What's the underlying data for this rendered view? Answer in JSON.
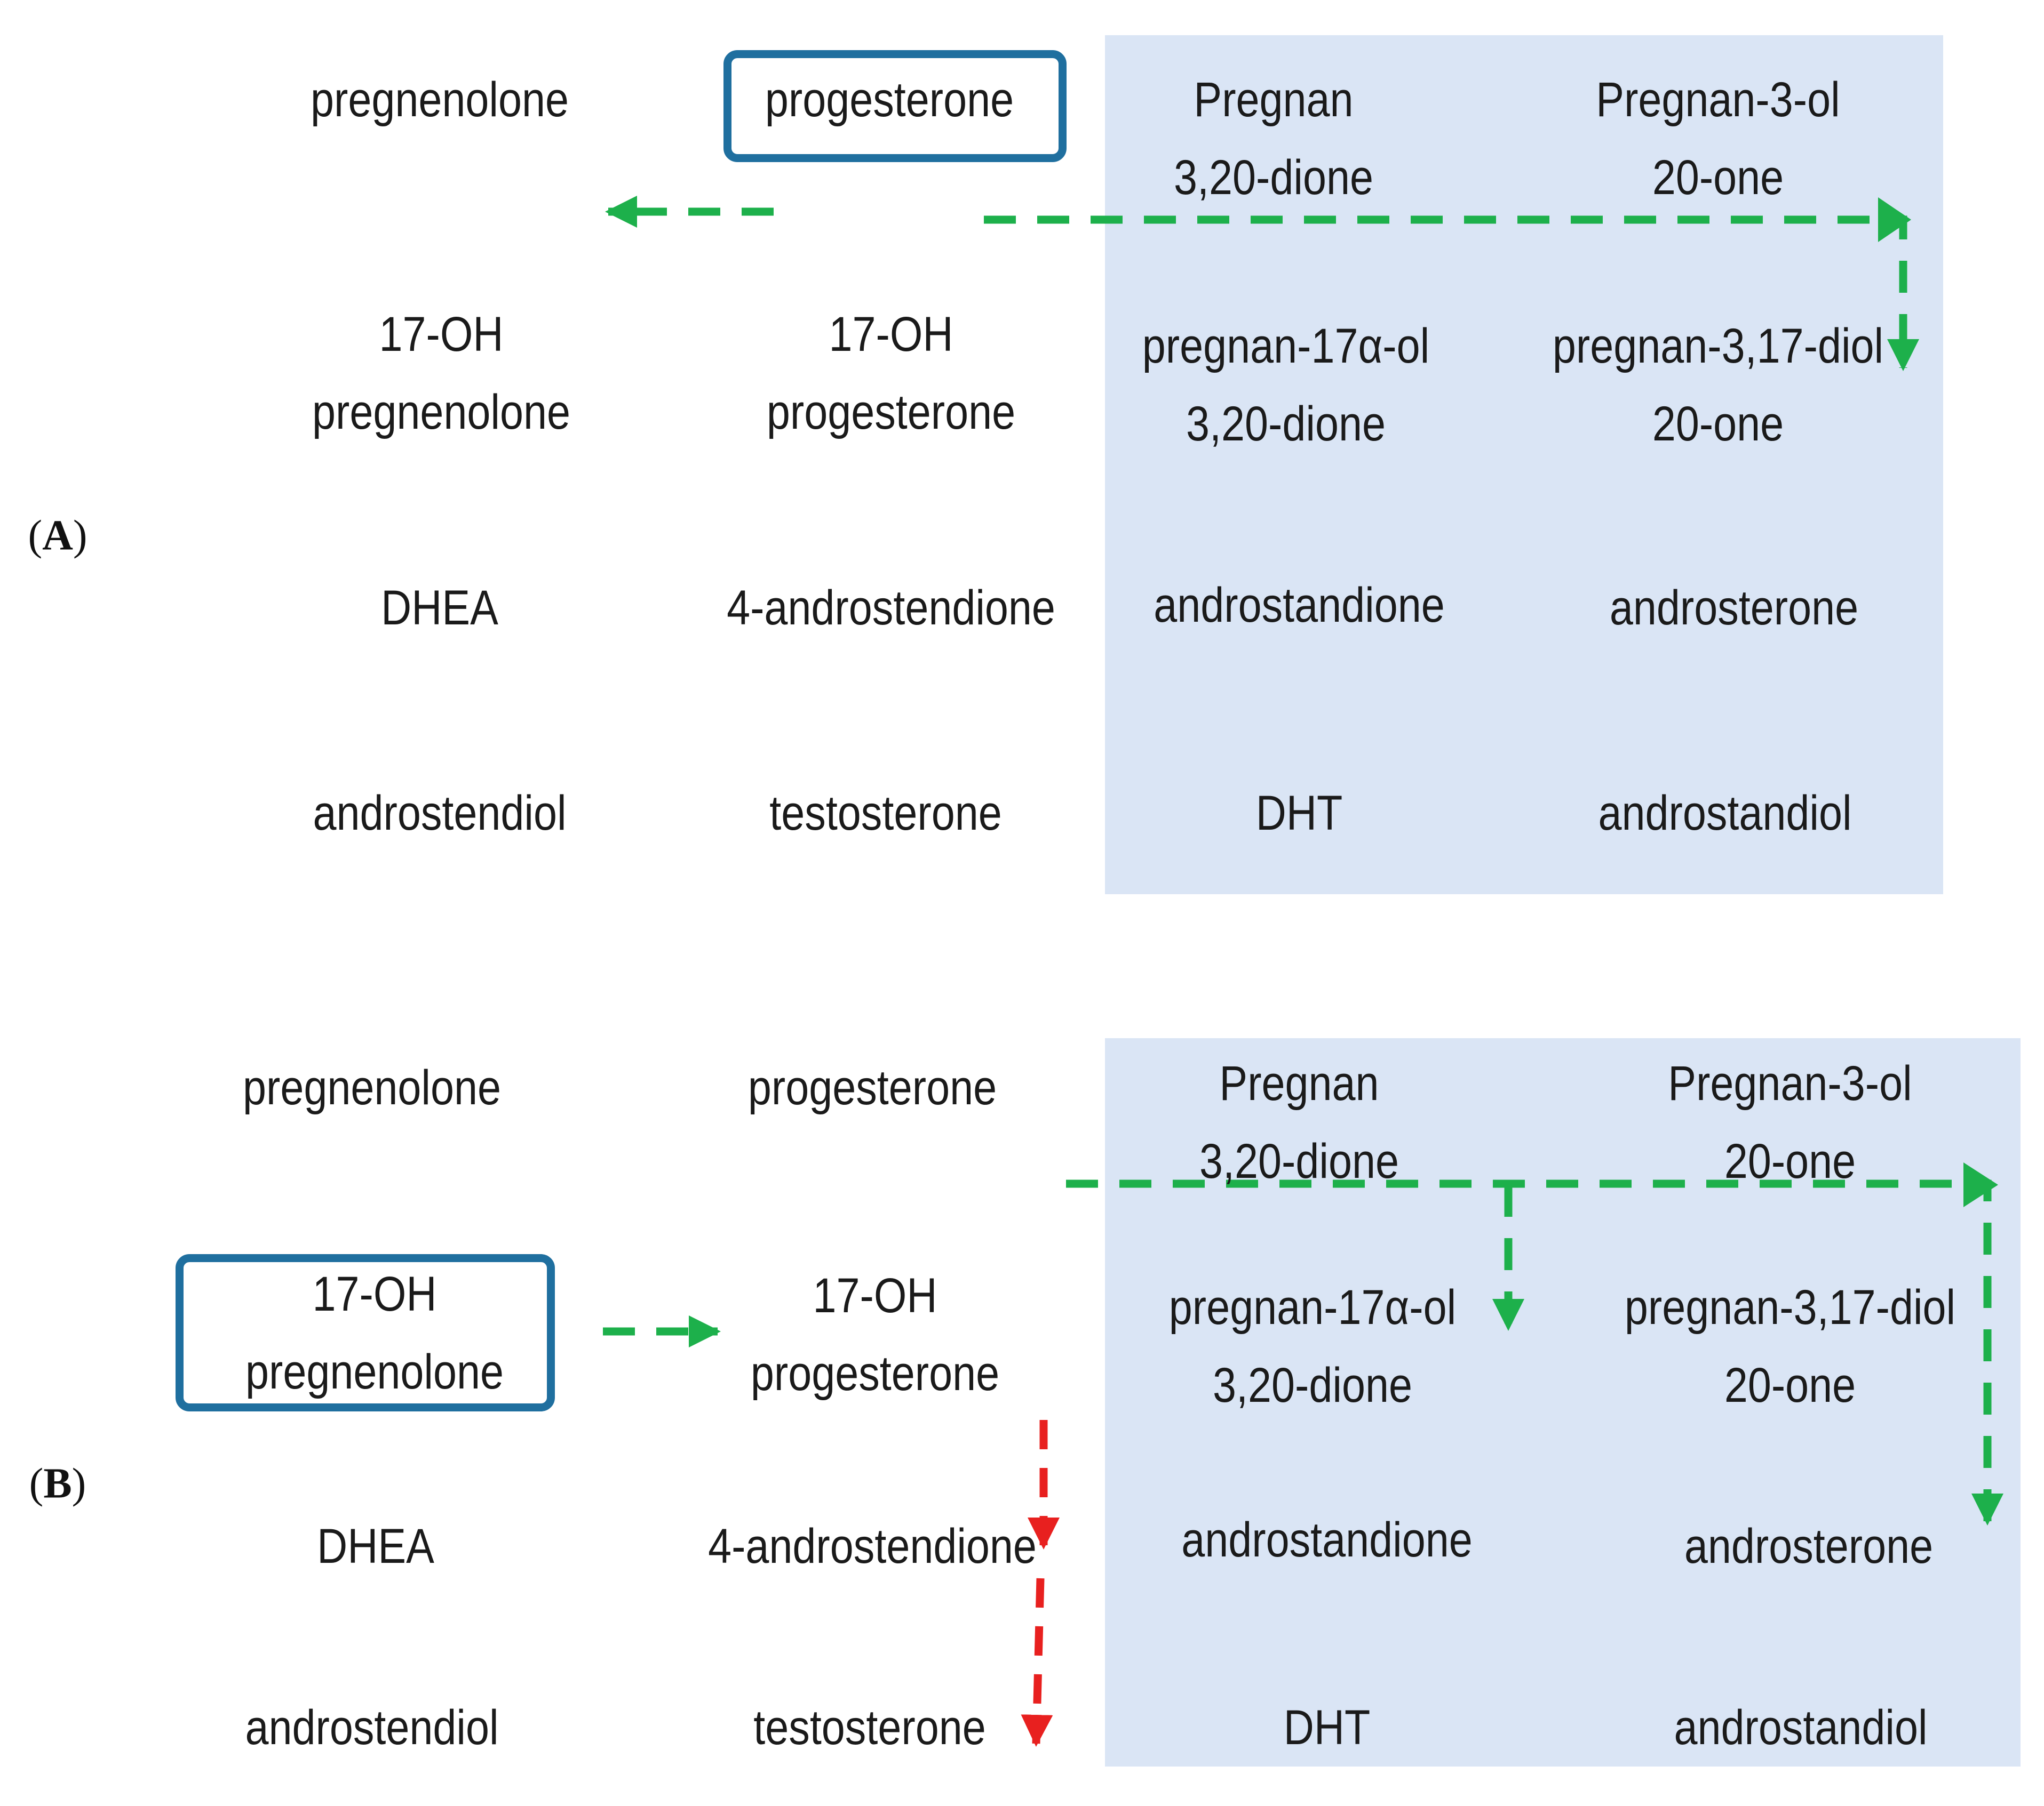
{
  "colors": {
    "shade": "#dae5f5",
    "highlight_border": "#1f6f9f",
    "green_arrow": "#1db04b",
    "red_arrow": "#e8201f",
    "text": "#1a1a1a"
  },
  "panel_a": {
    "letter": "A",
    "nodes": {
      "pregnenolone": "pregnenolone",
      "progesterone": "progesterone",
      "pregnan_dione_1": "Pregnan",
      "pregnan_dione_2": "3,20-dione",
      "pregnan_3ol_1": "Pregnan-3-ol",
      "pregnan_3ol_2": "20-one",
      "oh_pregnenolone_1": "17-OH",
      "oh_pregnenolone_2": "pregnenolone",
      "oh_progesterone_1": "17-OH",
      "oh_progesterone_2": "progesterone",
      "pregnan_17a_1": "pregnan-17α-ol",
      "pregnan_17a_2": "3,20-dione",
      "pregnan_317_1": "pregnan-3,17-diol",
      "pregnan_317_2": "20-one",
      "dhea": "DHEA",
      "androstendione": "4-androstendione",
      "androstandione": "androstandione",
      "androsterone": "androsterone",
      "androstendiol": "androstendiol",
      "testosterone": "testosterone",
      "dht": "DHT",
      "androstandiol": "androstandiol"
    }
  },
  "panel_b": {
    "letter": "B",
    "nodes": {
      "pregnenolone": "pregnenolone",
      "progesterone": "progesterone",
      "pregnan_dione_1": "Pregnan",
      "pregnan_dione_2": "3,20-dione",
      "pregnan_3ol_1": "Pregnan-3-ol",
      "pregnan_3ol_2": "20-one",
      "oh_pregnenolone_1": "17-OH",
      "oh_pregnenolone_2": "pregnenolone",
      "oh_progesterone_1": "17-OH",
      "oh_progesterone_2": "progesterone",
      "pregnan_17a_1": "pregnan-17α-ol",
      "pregnan_17a_2": "3,20-dione",
      "pregnan_317_1": "pregnan-3,17-diol",
      "pregnan_317_2": "20-one",
      "dhea": "DHEA",
      "androstendione": "4-androstendione",
      "androstandione": "androstandione",
      "androsterone": "androsterone",
      "androstendiol": "androstendiol",
      "testosterone": "testosterone",
      "dht": "DHT",
      "androstandiol": "androstandiol"
    }
  }
}
